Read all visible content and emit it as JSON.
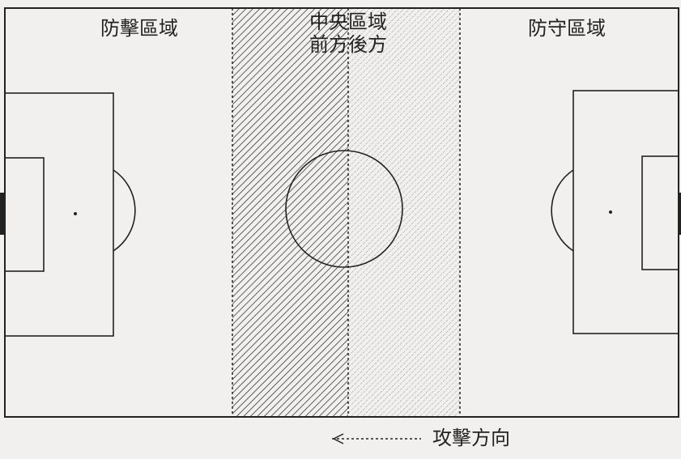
{
  "zones": {
    "attack_zone": "防擊區域",
    "middle_zone_title": "中央區域",
    "middle_zone_sub": "前方後方",
    "defense_zone": "防守區域"
  },
  "direction_label": "攻擊方向",
  "colors": {
    "background": "#f2f0ee",
    "line": "#222222",
    "hatch": "#3a3a3a"
  }
}
